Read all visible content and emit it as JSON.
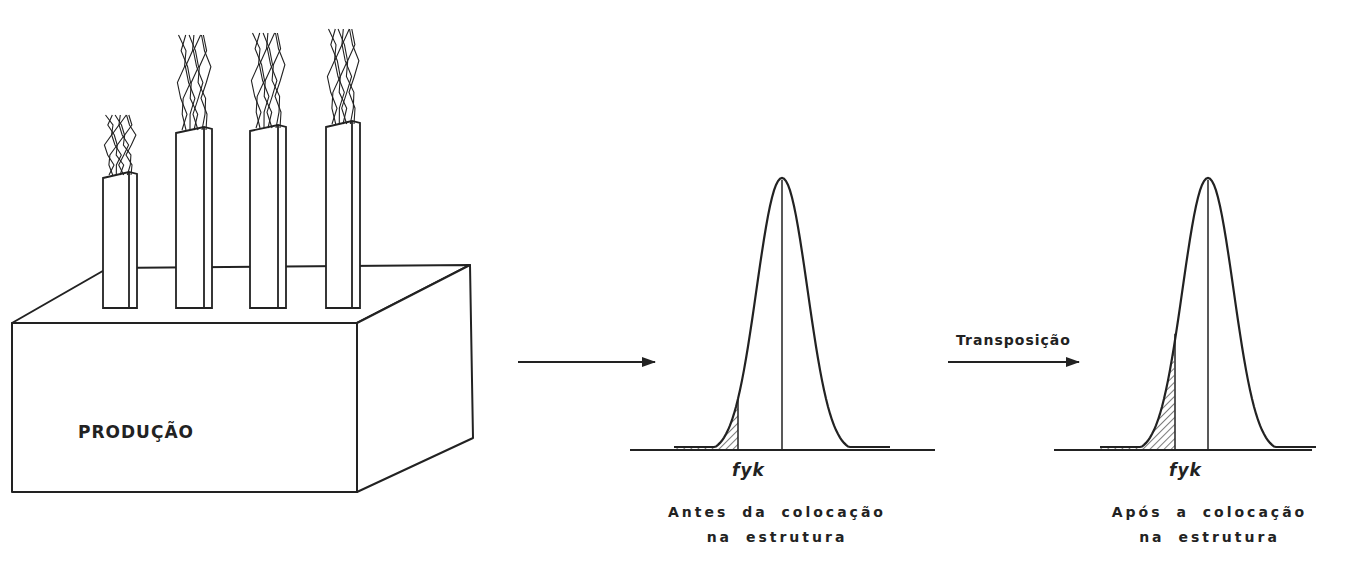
{
  "diagram": {
    "nodes": [
      {
        "text": [
          "PRODUÇÃO"
        ]
      },
      {
        "text": [
          "fyk",
          "Antes da colocação na estrutura"
        ]
      },
      {
        "text": [
          "fyk",
          "Após a colocação na estrutura"
        ]
      }
    ],
    "edges": [
      {
        "from": 0,
        "to": 1,
        "arrow": "to"
      },
      {
        "from": 1,
        "to": 2,
        "label": "Transposição",
        "arrow": "to"
      }
    ]
  }
}
